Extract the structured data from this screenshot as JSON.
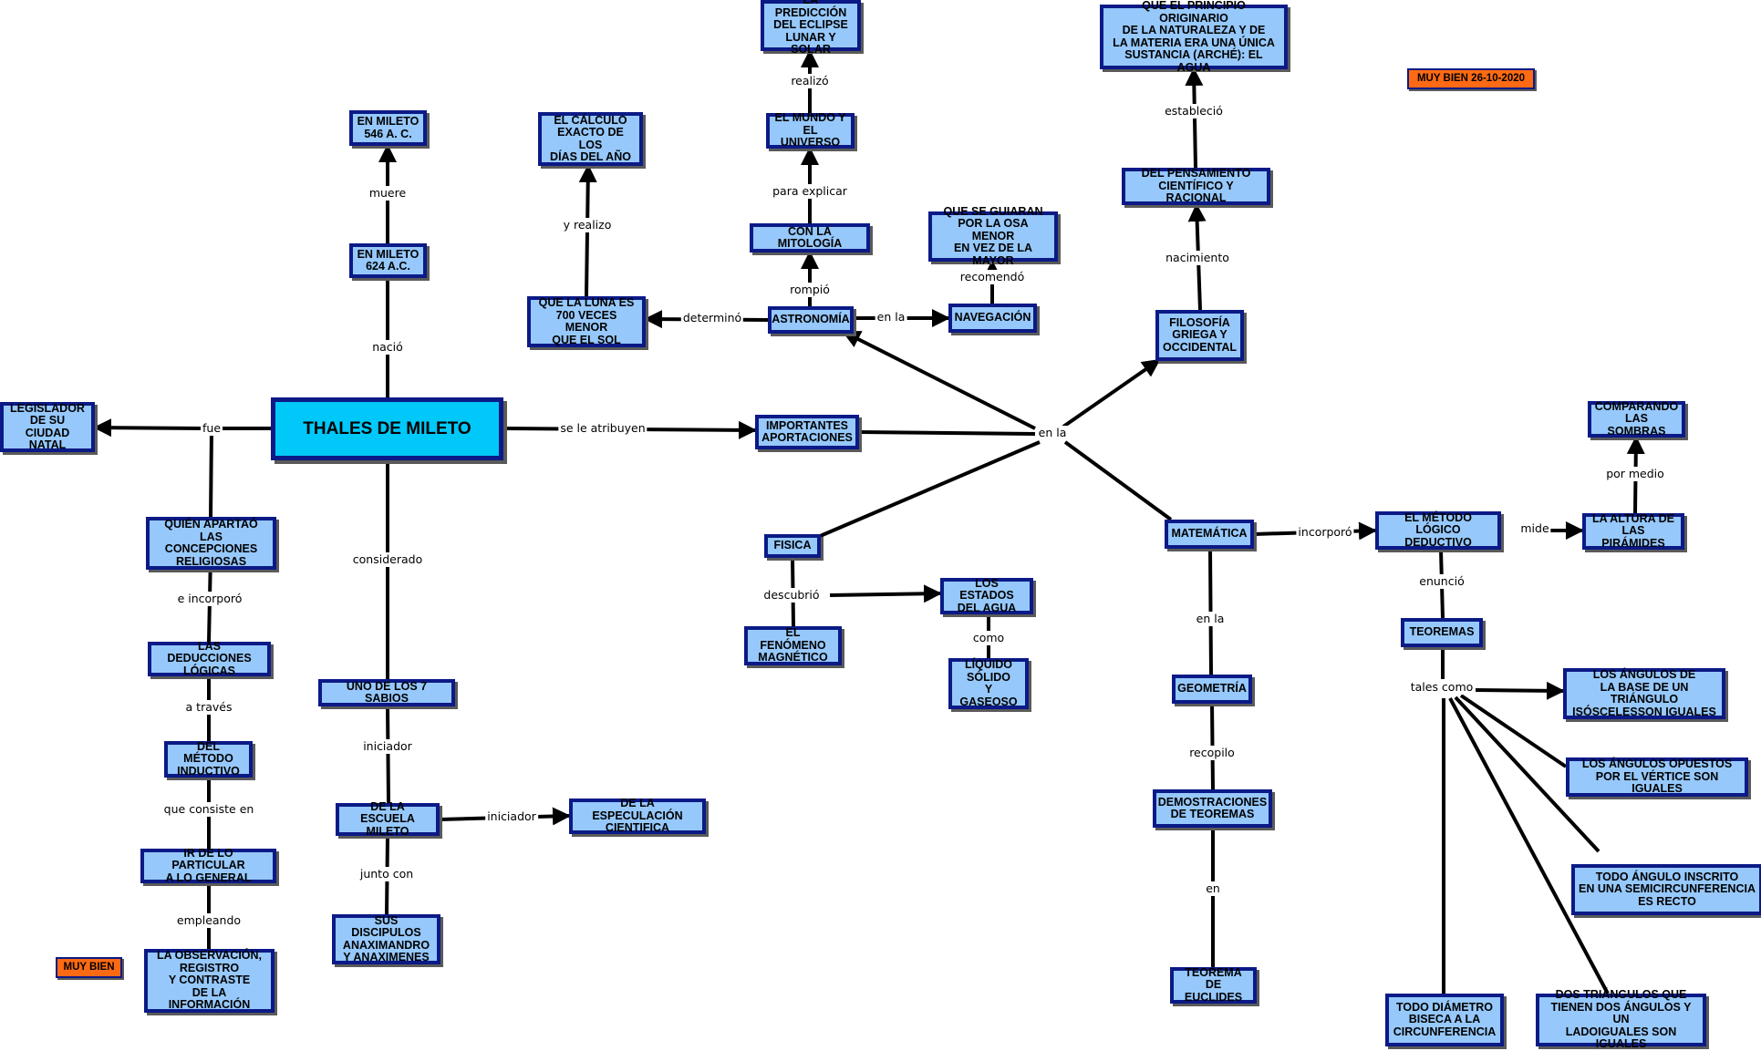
{
  "nodes": {
    "thales": "THALES DE MILETO",
    "mileto624": "EN MILETO\n624 A.C.",
    "mileto546": "EN MILETO\n546 A. C.",
    "legislador": "LEGISLADOR\nDE SU CIUDAD\nNATAL",
    "apartao": "QUIÉN APARTAÓ\nLAS CONCEPCIONES\nRELIGIOSAS",
    "deducciones": "LAS DEDUCCIONES\nLÓGICAS",
    "inductivo": "DEL MÉTODO\nINDUCTIVO",
    "particular": "IR DE LO PARTICULAR\nA LO GENERAL",
    "observacion": "LA OBSERVACIÓN,\nREGISTRO\nY CONTRASTE\nDE LA INFORMACIÓN",
    "sabios": "UNO DE LOS 7 SABIOS",
    "escuela": "DE LA ESCUELA\nMILETO",
    "especulacion": "DE LA ESPECULACIÓN\nCIENTIFICA",
    "discipulos": "SUS DISCIPULOS\nANAXIMANDRO\nY ANAXIMENES",
    "aportaciones": "IMPORTANTES\nAPORTACIONES",
    "astronomia": "ASTRONOMÍA",
    "mitologia": "CON LA MITOLOGÍA",
    "mundo": "EL MUNDO Y\nEL UNIVERSO",
    "eclipse": "LA PREDICCIÓN\nDEL ECLIPSE\nLUNAR Y SOLAR",
    "luna": "QUE LA LUNA ES\n700 VECES MENOR\nQUE EL SOL",
    "calculo": "EL CÁLCULO\nEXACTO DE LOS\nDÍAS DEL AÑO",
    "navegacion": "NAVEGACIÓN",
    "osa": "QUE SE GUIARAN\nPOR LA OSA MENOR\nEN VEZ DE LA MAYOR",
    "filosofia": "FILOSOFÍA\nGRIEGA Y\nOCCIDENTAL",
    "pensamiento": "DEL PENSAMIENTO\nCIENTÍFICO Y RACIONAL",
    "principio": "QUE EL PRINCIPIO ORIGINARIO\nDE LA NATURALEZA Y DE\nLA MATERIA ERA UNA ÚNICA\nSUSTANCIA (ARCHÉ): EL AGUA",
    "fisica": "FISICA",
    "magnetico": "EL FENÓMENO\nMAGNÉTICO",
    "estados": "LOS ESTADOS\nDEL AGUA",
    "liquido": "LÍQUIDO\nSÓLIDO\nY GASEOSO",
    "matematica": "MATEMÁTICA",
    "geometria": "GEOMETRÍA",
    "demostraciones": "DEMOSTRACIONES\nDE TEOREMAS",
    "euclides": "TEOREMA\nDE EUCLIDES",
    "deductivo": "EL MÉTODO\nLÓGICO DEDUCTIVO",
    "altura": "LA ALTURA DE\nLAS PIRÁMIDES",
    "sombras": "COMPARANDO\nLAS SOMBRAS",
    "teoremas": "TEOREMAS",
    "isosceles": "LOS ÁNGULOS DE\nLA BASE DE UN TRIÁNGULO\nISÓSCELESSON IGUALES",
    "opuestos": "LOS ÁNGULOS OPUESTOS\nPOR EL VÉRTICE SON IGUALES",
    "inscrito": "TODO ÁNGULO INSCRITO\nEN UNA SEMICIRCUNFERENCIA\nES RECTO",
    "diametro": "TODO DIÁMETRO\nBISECA A LA\nCIRCUNFERENCIA",
    "triangulos": "DOS TRIÁNGULOS QUE\nTIENEN DOS ÁNGULOS Y UN\nLADOIGUALES SON IGUALES",
    "muybien1": "MUY BIEN 26-10-2020",
    "muybien2": "MUY BIEN"
  },
  "links": {
    "fue": "fue",
    "nacio": "nació",
    "muere": "muere",
    "se_le_atribuyen": "se le atribuyen",
    "considerado": "considerado",
    "e_incorporo": "e incorporó",
    "a_traves": "a través",
    "que_consiste_en": "que consiste en",
    "empleando": "empleando",
    "iniciador1": "iniciador",
    "iniciador2": "iniciador",
    "junto_con": "junto con",
    "en_la_hub": "en la",
    "determino": "determinó",
    "y_realizo": "y realizo",
    "rompio": "rompió",
    "para_explicar": "para explicar",
    "realizo": "realizó",
    "en_la_nav": "en la",
    "recomendo": "recomendó",
    "nacimiento": "nacimiento",
    "establecio": "estableció",
    "descubrio": "descubrió",
    "como": "como",
    "incorporo": "incorporó",
    "mide": "mide",
    "por_medio": "por medio",
    "enuncio": "enunció",
    "tales_como": "tales como",
    "en_la_geo": "en la",
    "recopilo": "recopilo",
    "en": "en"
  },
  "colors": {
    "node_fill": "#96c8fb",
    "node_border": "#0b1a86",
    "main_fill": "#00c8f8",
    "badge_fill": "#fd6a13",
    "line": "#000000"
  }
}
